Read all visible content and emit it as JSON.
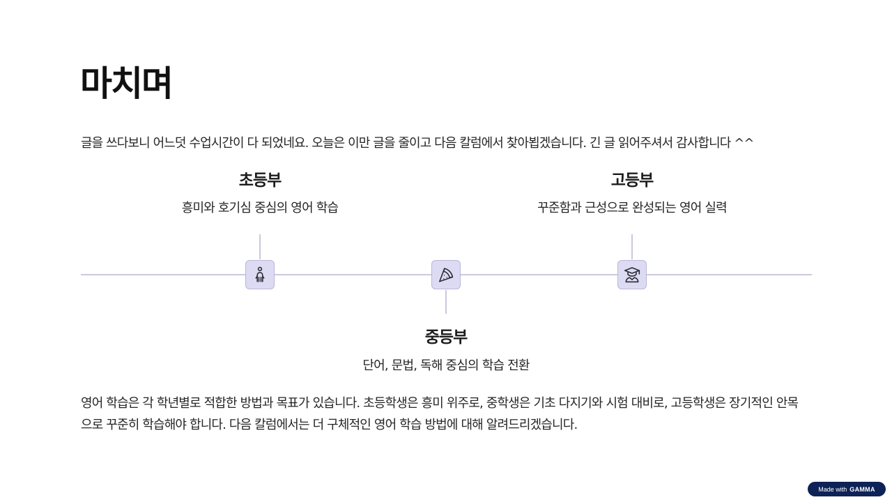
{
  "slide": {
    "title": "마치며",
    "intro": "글을 쓰다보니 어느덧 수업시간이 다 되었네요. 오늘은 이만 글을 줄이고 다음 칼럼에서 찾아뵙겠습니다. 긴 글 읽어주셔서 감사합니다 ^^",
    "timeline": [
      {
        "title": "초등부",
        "description": "흥미와 호기심 중심의 영어 학습",
        "icon": "child-icon"
      },
      {
        "title": "중등부",
        "description": "단어, 문법, 독해 중심의 학습 전환",
        "icon": "pizza-slice-icon"
      },
      {
        "title": "고등부",
        "description": "꾸준함과 근성으로 완성되는 영어 실력",
        "icon": "graduate-icon"
      }
    ],
    "summary": "영어 학습은 각 학년별로 적합한 방법과 목표가 있습니다. 초등학생은 흥미 위주로, 중학생은 기초 다지기와 시험 대비로, 고등학생은 장기적인 안목으로 꾸준히 학습해야 합니다. 다음 칼럼에서는 더 구체적인 영어 학습 방법에 대해 알려드리겠습니다."
  },
  "badge": {
    "made_with": "Made with",
    "brand": "GAMMA"
  },
  "colors": {
    "background": "#ffffff",
    "text": "#272525",
    "timeline_line": "#cac8dc",
    "node_fill": "#dcdbf3",
    "node_border": "#b9b6d6",
    "badge_background": "#0d2257"
  }
}
